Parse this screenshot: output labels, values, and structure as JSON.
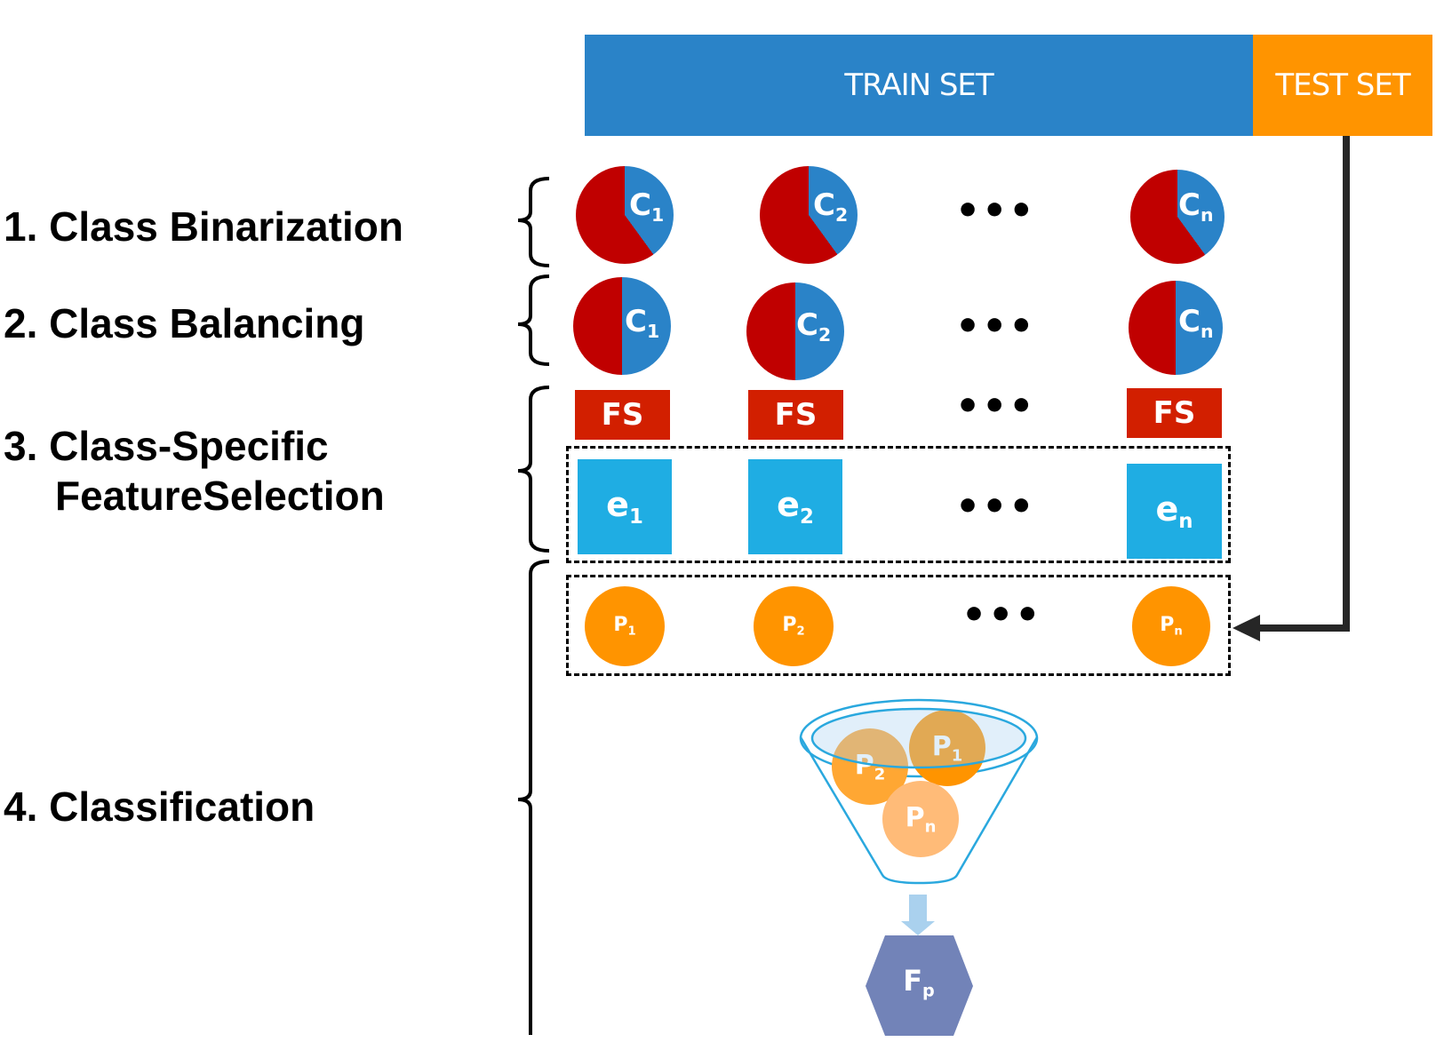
{
  "header": {
    "train_label": "TRAIN SET",
    "test_label": "TEST SET",
    "train_color": "#2a83c8",
    "test_color": "#ff9400"
  },
  "steps": [
    {
      "label": "1. Class Binarization"
    },
    {
      "label": "2. Class Balancing"
    },
    {
      "label_line1": "3. Class-Specific",
      "label_line2": "FeatureSelection"
    },
    {
      "label": "4. Classification"
    }
  ],
  "binarization": {
    "items": [
      {
        "base": "C",
        "sub": "1",
        "positive_fraction": 0.4
      },
      {
        "base": "C",
        "sub": "2",
        "positive_fraction": 0.4
      },
      {
        "base": "C",
        "sub": "n",
        "positive_fraction": 0.4
      }
    ],
    "ellipsis": "•••"
  },
  "balancing": {
    "items": [
      {
        "base": "C",
        "sub": "1",
        "positive_fraction": 0.5
      },
      {
        "base": "C",
        "sub": "2",
        "positive_fraction": 0.5
      },
      {
        "base": "C",
        "sub": "n",
        "positive_fraction": 0.5
      }
    ],
    "ellipsis": "•••"
  },
  "feature_selection": {
    "items": [
      {
        "label": "FS"
      },
      {
        "label": "FS"
      },
      {
        "label": "FS"
      }
    ],
    "ellipsis": "•••"
  },
  "estimators": {
    "items": [
      {
        "base": "e",
        "sub": "1"
      },
      {
        "base": "e",
        "sub": "2"
      },
      {
        "base": "e",
        "sub": "n"
      }
    ],
    "ellipsis": "•••"
  },
  "predictions": {
    "items": [
      {
        "base": "P",
        "sub": "1"
      },
      {
        "base": "P",
        "sub": "2"
      },
      {
        "base": "P",
        "sub": "n"
      }
    ],
    "ellipsis": "•••"
  },
  "funnel": {
    "balls": [
      {
        "base": "P",
        "sub": "2"
      },
      {
        "base": "P",
        "sub": "1"
      },
      {
        "base": "P",
        "sub": "n"
      }
    ]
  },
  "final": {
    "base": "F",
    "sub": "p"
  },
  "colors": {
    "majority": "#c00000",
    "minority": "#2a83c8",
    "fs": "#d21f00",
    "estimator": "#1fade3",
    "prediction": "#ff9400",
    "prediction_light": "#ffbb78",
    "final": "#7283b8",
    "funnel_stroke": "#2aa8de"
  }
}
